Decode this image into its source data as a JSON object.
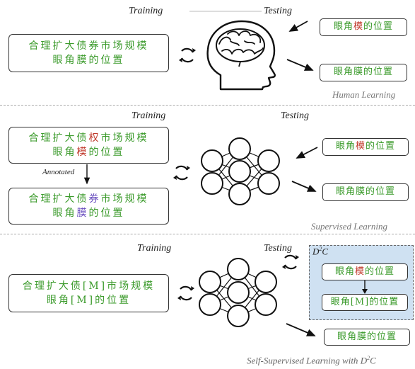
{
  "section1": {
    "training_label": "Training",
    "testing_label": "Testing",
    "input_line1": "合理扩大债券市场规模",
    "input_line2": "眼角膜的位置",
    "test_in": {
      "pre": "眼角",
      "err": "模",
      "post": "的位置"
    },
    "test_out": "眼角膜的位置",
    "caption": "Human Learning"
  },
  "section2": {
    "training_label": "Training",
    "testing_label": "Testing",
    "noisy_line1": {
      "pre": "合理扩大债",
      "err": "权",
      "post": "市场规模"
    },
    "noisy_line2": {
      "pre": "眼角",
      "err": "模",
      "post": "的位置"
    },
    "annotated_label": "Annotated",
    "clean_line1": {
      "pre": "合理扩大债",
      "fix": "券",
      "post": "市场规模"
    },
    "clean_line2": {
      "pre": "眼角",
      "fix": "膜",
      "post": "的位置"
    },
    "test_in": {
      "pre": "眼角",
      "err": "模",
      "post": "的位置"
    },
    "test_out": "眼角膜的位置",
    "caption": "Supervised Learning"
  },
  "section3": {
    "training_label": "Training",
    "testing_label": "Testing",
    "masked_line1": "合理扩大债[M]市场规模",
    "masked_line2": "眼角[M]的位置",
    "d2c_label_base": "D",
    "d2c_label_sup": "2",
    "d2c_label_tail": "C",
    "d2c_in": {
      "pre": "眼角",
      "err": "模",
      "post": "的位置"
    },
    "d2c_out": "眼角[M]的位置",
    "test_out": "眼角膜的位置",
    "caption_base": "Self-Supervised Learning with ",
    "caption_d": "D",
    "caption_sup": "2",
    "caption_c": "C"
  },
  "colors": {
    "text_green": "#3a9a2a",
    "error_red": "#c0392b",
    "fix_purple": "#6a4fbf",
    "d2c_fill": "#cfe1f2"
  },
  "icons": [
    "human-head-brain-icon",
    "neural-network-icon",
    "cycle-arrows-icon"
  ]
}
